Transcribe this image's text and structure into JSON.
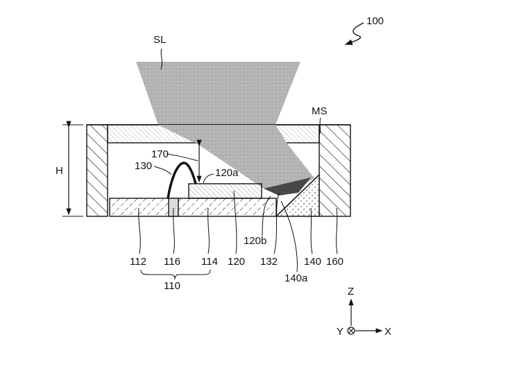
{
  "figure": {
    "reference_numeral": "100",
    "components": [
      {
        "id": "SL",
        "label": "SL",
        "name": "incident light"
      },
      {
        "id": "MS",
        "label": "MS",
        "name": "cover plate"
      },
      {
        "id": "H",
        "label": "H",
        "name": "height dimension"
      },
      {
        "id": "170",
        "label": "170",
        "name": "gap dimension"
      },
      {
        "id": "130",
        "label": "130",
        "name": "bonding wire"
      },
      {
        "id": "120a",
        "label": "120a",
        "name": "chip top surface"
      },
      {
        "id": "120b",
        "label": "120b",
        "name": "chip bottom surface"
      },
      {
        "id": "112",
        "label": "112",
        "name": "substrate part 112"
      },
      {
        "id": "116",
        "label": "116",
        "name": "substrate via 116"
      },
      {
        "id": "114",
        "label": "114",
        "name": "substrate part 114"
      },
      {
        "id": "120",
        "label": "120",
        "name": "chip"
      },
      {
        "id": "132",
        "label": "132",
        "name": "scattered light"
      },
      {
        "id": "140a",
        "label": "140a",
        "name": "reflector surface"
      },
      {
        "id": "140",
        "label": "140",
        "name": "reflector"
      },
      {
        "id": "160",
        "label": "160",
        "name": "housing wall"
      },
      {
        "id": "110",
        "label": "110",
        "name": "substrate group"
      }
    ],
    "axes": {
      "z": "Z",
      "y": "Y",
      "x": "X"
    }
  }
}
